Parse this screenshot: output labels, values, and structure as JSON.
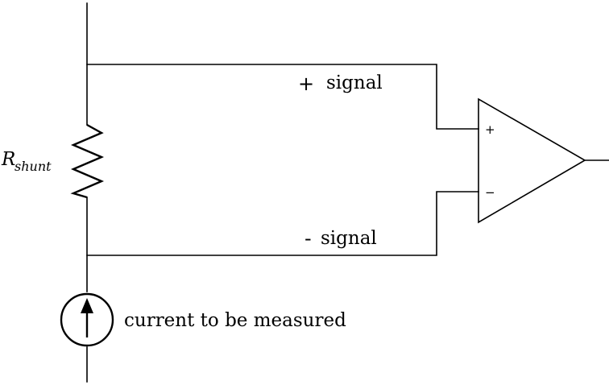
{
  "labels": {
    "resistor_main": "R",
    "resistor_sub": "shunt",
    "plus_sign": "+",
    "plus_signal": "signal",
    "minus_sign": "-",
    "minus_signal": "signal",
    "current_source": "current to be measured",
    "opamp_plus": "+",
    "opamp_minus": "−"
  }
}
